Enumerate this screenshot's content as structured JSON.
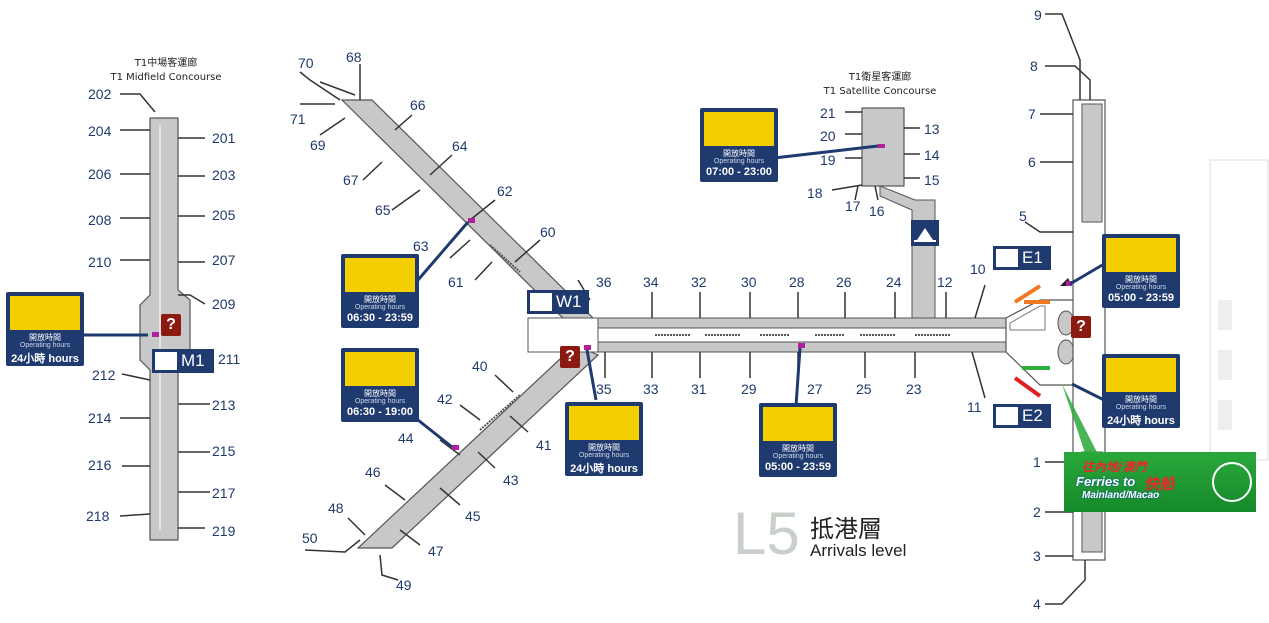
{
  "level": {
    "number": "L5",
    "name_zh": "抵港層",
    "name_en": "Arrivals level"
  },
  "concourses": {
    "midfield": {
      "zh": "T1中場客運廊",
      "en": "T1 Midfield Concourse"
    },
    "satellite": {
      "zh": "T1衛星客運廊",
      "en": "T1 Satellite Concourse"
    }
  },
  "halls": [
    "W1",
    "M1",
    "E1",
    "E2"
  ],
  "help_icon_label": "?",
  "hours_cards": [
    {
      "label_zh": "開放時間",
      "label_en": "Operating hours",
      "hours": "24小時 hours"
    },
    {
      "label_zh": "開放時間",
      "label_en": "Operating hours",
      "hours": "06:30 - 23:59"
    },
    {
      "label_zh": "開放時間",
      "label_en": "Operating hours",
      "hours": "06:30 - 19:00"
    },
    {
      "label_zh": "開放時間",
      "label_en": "Operating hours",
      "hours": "24小時 hours"
    },
    {
      "label_zh": "開放時間",
      "label_en": "Operating hours",
      "hours": "07:00 - 23:00"
    },
    {
      "label_zh": "開放時間",
      "label_en": "Operating hours",
      "hours": "05:00 - 23:59"
    },
    {
      "label_zh": "開放時間",
      "label_en": "Operating hours",
      "hours": "05:00 - 23:59"
    },
    {
      "label_zh": "開放時間",
      "label_en": "Operating hours",
      "hours": "24小時 hours"
    }
  ],
  "ferry": {
    "line1": "往內地/澳門",
    "line2_en": "Ferries to",
    "line2_zh": "快船",
    "line3": "Mainland/Macao",
    "icon": "ferry-icon"
  },
  "gates": {
    "midfield": [
      "202",
      "201",
      "204",
      "203",
      "206",
      "205",
      "208",
      "207",
      "210",
      "209",
      "211",
      "212",
      "213",
      "214",
      "215",
      "216",
      "217",
      "218",
      "219"
    ],
    "west": [
      "70",
      "68",
      "71",
      "69",
      "66",
      "67",
      "64",
      "65",
      "62",
      "63",
      "60",
      "61",
      "36",
      "34",
      "32",
      "30",
      "28",
      "26",
      "24",
      "12",
      "10",
      "35",
      "33",
      "31",
      "29",
      "27",
      "25",
      "23",
      "11",
      "40",
      "42",
      "41",
      "44",
      "43",
      "46",
      "45",
      "48",
      "47",
      "50",
      "49"
    ],
    "satellite": [
      "21",
      "20",
      "19",
      "13",
      "14",
      "15",
      "18",
      "17",
      "16"
    ],
    "east": [
      "9",
      "8",
      "7",
      "6",
      "5",
      "1",
      "2",
      "3",
      "4"
    ]
  },
  "colors": {
    "navy": "#1f3a6e",
    "yellow": "#f3cf00",
    "concourse": "#c8c8c8",
    "help_red": "#8b1a10",
    "ferry_green": "#1e9a32",
    "magenta": "#b0209a"
  }
}
